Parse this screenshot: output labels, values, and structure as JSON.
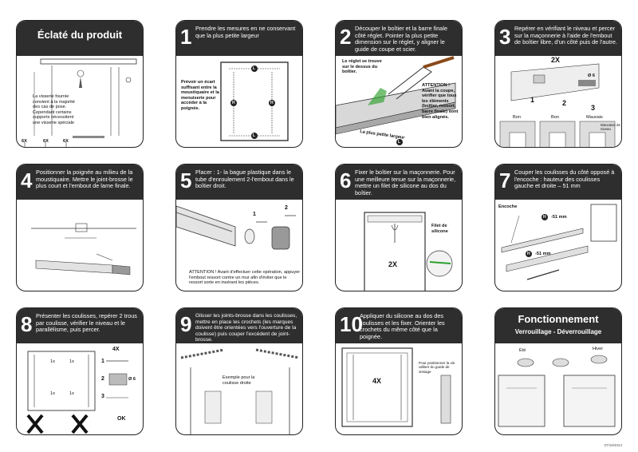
{
  "cards": {
    "exploded": {
      "title": "Éclaté du produit",
      "note": "La visserie fournie convient à la majorité des cas de pose. Cependant certains supports nécessitent une visserie spéciale",
      "q1": "6X",
      "q2": "6X",
      "q3": "6X"
    },
    "s1": {
      "num": "1",
      "text": "Prendre les mesures en ne conservant que la plus petite largeur",
      "note": "Prévoir un écart suffisant entre la moustiquaire et la menuiserie pour accéder à la poignée.",
      "mark_l": "L",
      "mark_h": "H"
    },
    "s2": {
      "num": "2",
      "text": "Découper le boîtier et la barre finale côté réglet. Pointer la plus petite dimension sur le réglet, y aligner le guide de coupe et scier.",
      "note_top": "Le réglet se trouve sur le dessus du boîtier.",
      "attention": "ATTENTION ! Avant la coupe, vérifier que tous les éléments (boîtier, ressort, barre finale) sont bien alignés.",
      "width_label": "La plus petite largeur",
      "mark_l": "L"
    },
    "s3": {
      "num": "3",
      "text": "Repérer en vérifiant le niveau et percer sur la maçonnerie à l'aide de l'embout de boîtier libre, d'un côté puis de l'autre.",
      "qty": "2X",
      "drill": "Ø 6",
      "n1": "1",
      "n2": "2",
      "n3": "3",
      "good1": "Bon",
      "good2": "Bon",
      "bad": "Mauvais",
      "bad_note": "Mauvaise de niveau"
    },
    "s4": {
      "num": "4",
      "text": "Positionner la poignée au milieu de la moustiquaire. Mettre le joint-brosse le plus court et l'embout de lame finale."
    },
    "s5": {
      "num": "5",
      "text": "Placer : 1- la bague plastique dans le tube d'enroulement 2-l'embout dans le boîtier droit.",
      "n1": "1",
      "n2": "2",
      "attention": "ATTENTION ! Avant d'effectuer cette opération, appuyer l'embout ressort contre un mur afin d'éviter que le ressort sorte en insérant les pièces."
    },
    "s6": {
      "num": "6",
      "text": "Fixer le boîtier sur la maçonnerie. Pour une meilleure tenue sur la maçonnerie, mettre un filet de silicone au dos du boîtier.",
      "qty": "2X",
      "silicone": "Filet de silicone"
    },
    "s7": {
      "num": "7",
      "text": "Couper les coulisses du côté opposé à l'encoche : hauteur des coulisses gauche et droite – 51 mm",
      "encoche": "Encoche",
      "cut1": "-51 mm",
      "cut2": "-51 mm",
      "mark_h": "H"
    },
    "s8": {
      "num": "8",
      "text": "Présenter les coulisses, repérer 2 trous par coulisse, vérifier le niveau et le parallélisme, puis percer.",
      "qty": "4X",
      "drill": "Ø 6",
      "n1": "1",
      "n2": "2",
      "n3": "3",
      "ok": "OK",
      "x1": "1x",
      "x2": "1x",
      "x3": "1x",
      "x4": "1x"
    },
    "s9": {
      "num": "9",
      "text": "Glisser les joints-brosse dans les coulisses, mettre en place les crochets (les marques doivent être orientées vers l'ouverture de la coulisse) puis couper l'excédent de joint-brosse.",
      "example": "Exemple pour la coulisse droite"
    },
    "s10": {
      "num": "10",
      "text": "Appliquer du silicone au dos des coulisses et les fixer. Orienter les crochets du même côté que la poignée.",
      "qty": "4X",
      "note": "Pour positionner la vis utiliser du guide de vissage"
    },
    "op": {
      "title": "Fonctionnement",
      "subtitle": "Verrouillage - Déverrouillage",
      "summer": "Été",
      "winter": "Hiver"
    }
  },
  "footer": {
    "code": "07/18/4024"
  },
  "colors": {
    "header": "#2e2e2e",
    "border": "#222222",
    "line": "#333333",
    "wood": "#cfcfcf"
  }
}
